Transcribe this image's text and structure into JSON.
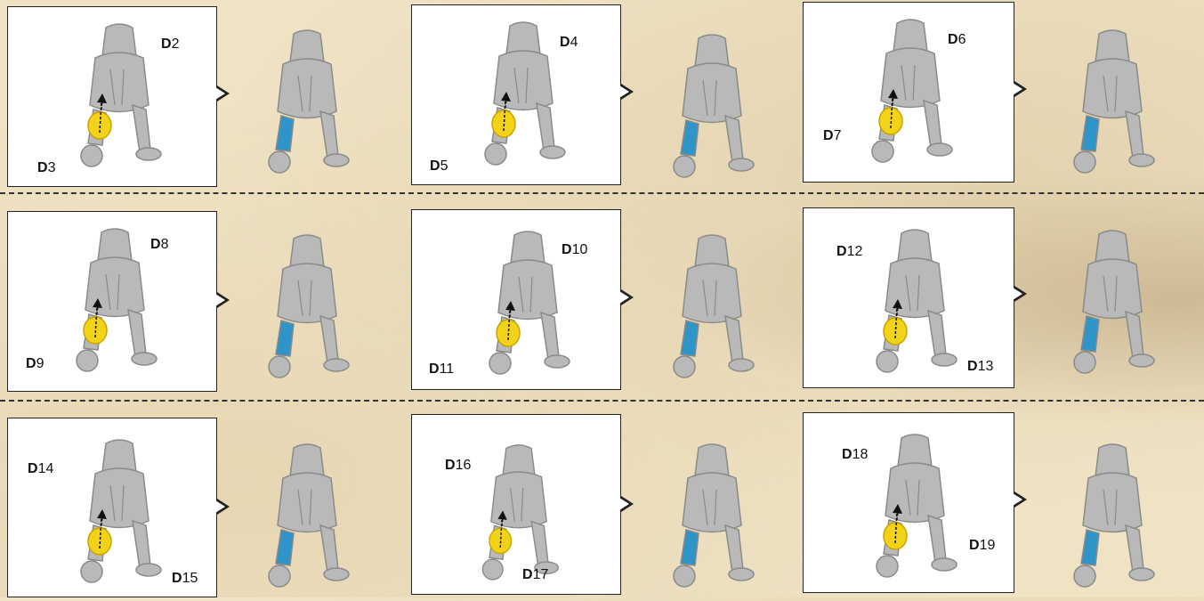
{
  "steps": [
    {
      "part_a": {
        "letter": "D",
        "number": "2"
      },
      "part_b": {
        "letter": "D",
        "number": "3"
      }
    },
    {
      "part_a": {
        "letter": "D",
        "number": "4"
      },
      "part_b": {
        "letter": "D",
        "number": "5"
      }
    },
    {
      "part_a": {
        "letter": "D",
        "number": "6"
      },
      "part_b": {
        "letter": "D",
        "number": "7"
      }
    },
    {
      "part_a": {
        "letter": "D",
        "number": "8"
      },
      "part_b": {
        "letter": "D",
        "number": "9"
      }
    },
    {
      "part_a": {
        "letter": "D",
        "number": "10"
      },
      "part_b": {
        "letter": "D",
        "number": "11"
      }
    },
    {
      "part_a": {
        "letter": "D",
        "number": "12"
      },
      "part_b": {
        "letter": "D",
        "number": "13"
      }
    },
    {
      "part_a": {
        "letter": "D",
        "number": "14"
      },
      "part_b": {
        "letter": "D",
        "number": "15"
      }
    },
    {
      "part_a": {
        "letter": "D",
        "number": "16"
      },
      "part_b": {
        "letter": "D",
        "number": "17"
      }
    },
    {
      "part_a": {
        "letter": "D",
        "number": "18"
      },
      "part_b": {
        "letter": "D",
        "number": "19"
      }
    }
  ],
  "colors": {
    "highlight_part": "#f3d21a",
    "assembled_part": "#2f95c9",
    "model": "#b9b9b9",
    "model_dark": "#8a8a8a"
  }
}
